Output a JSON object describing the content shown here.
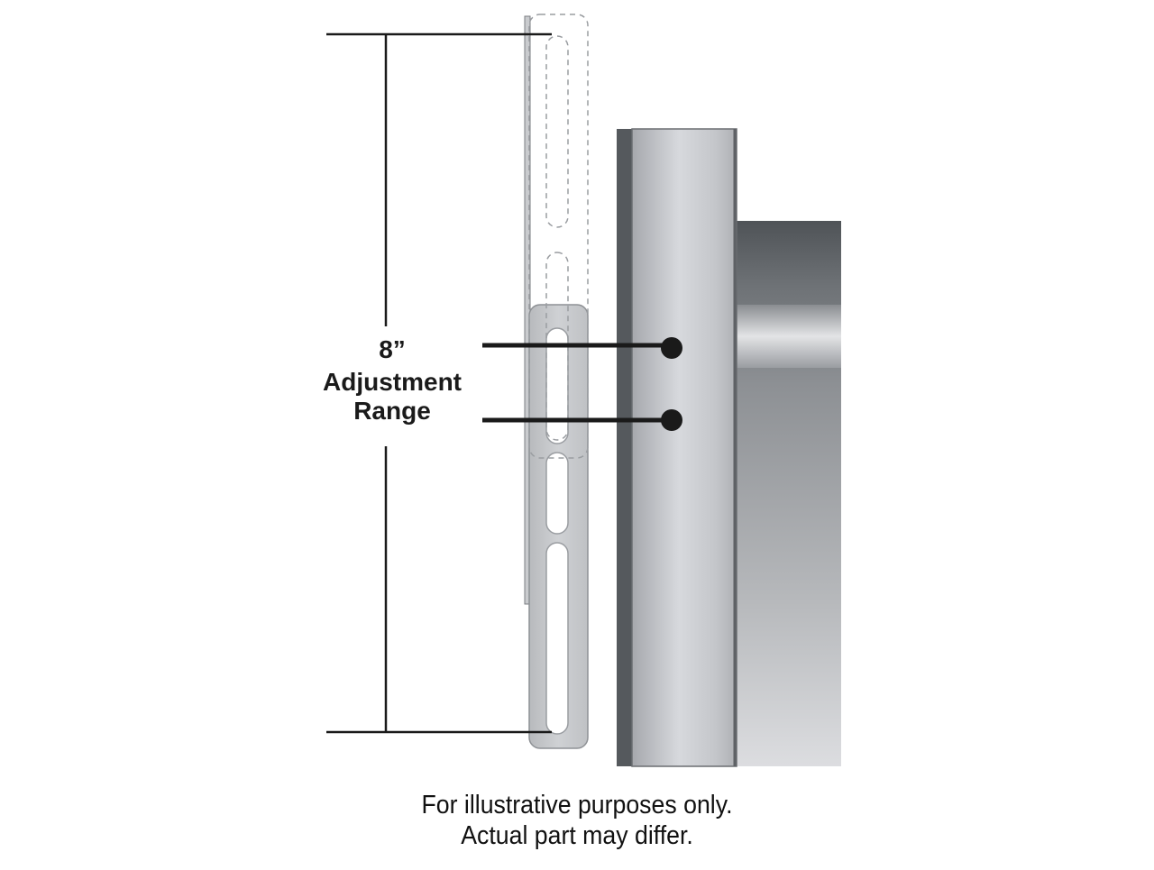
{
  "dimension": {
    "value": "8”",
    "label_line1": "Adjustment",
    "label_line2": "Range"
  },
  "caption": {
    "line1": "For illustrative purposes only.",
    "line2": "Actual part may differ."
  }
}
